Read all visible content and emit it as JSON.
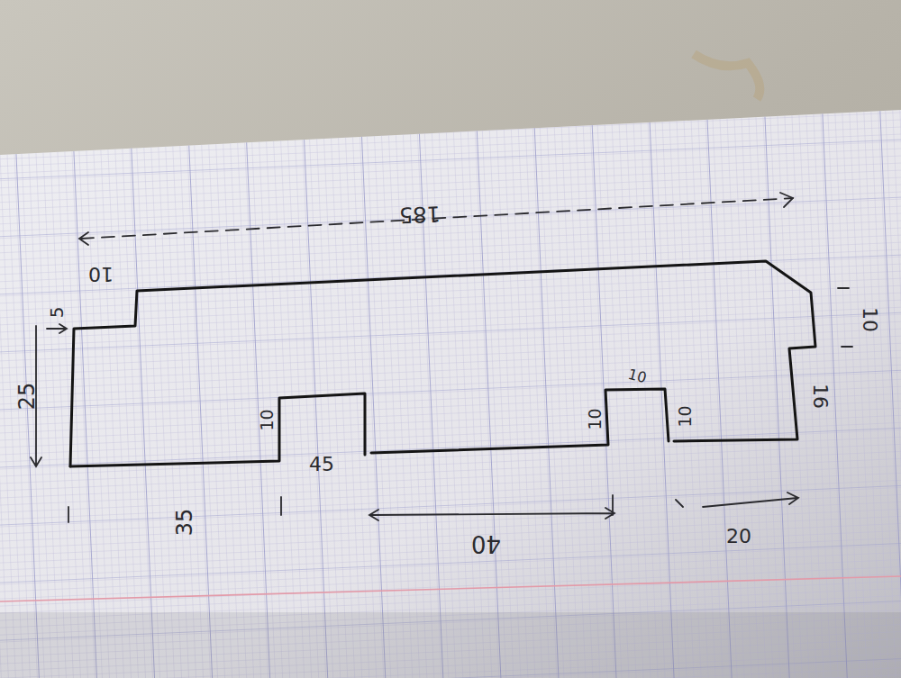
{
  "diagram": {
    "labels": [
      "185",
      "10",
      "5",
      "25",
      "10",
      "45",
      "35",
      "40",
      "10",
      "10",
      "10",
      "16",
      "10",
      "20"
    ]
  }
}
